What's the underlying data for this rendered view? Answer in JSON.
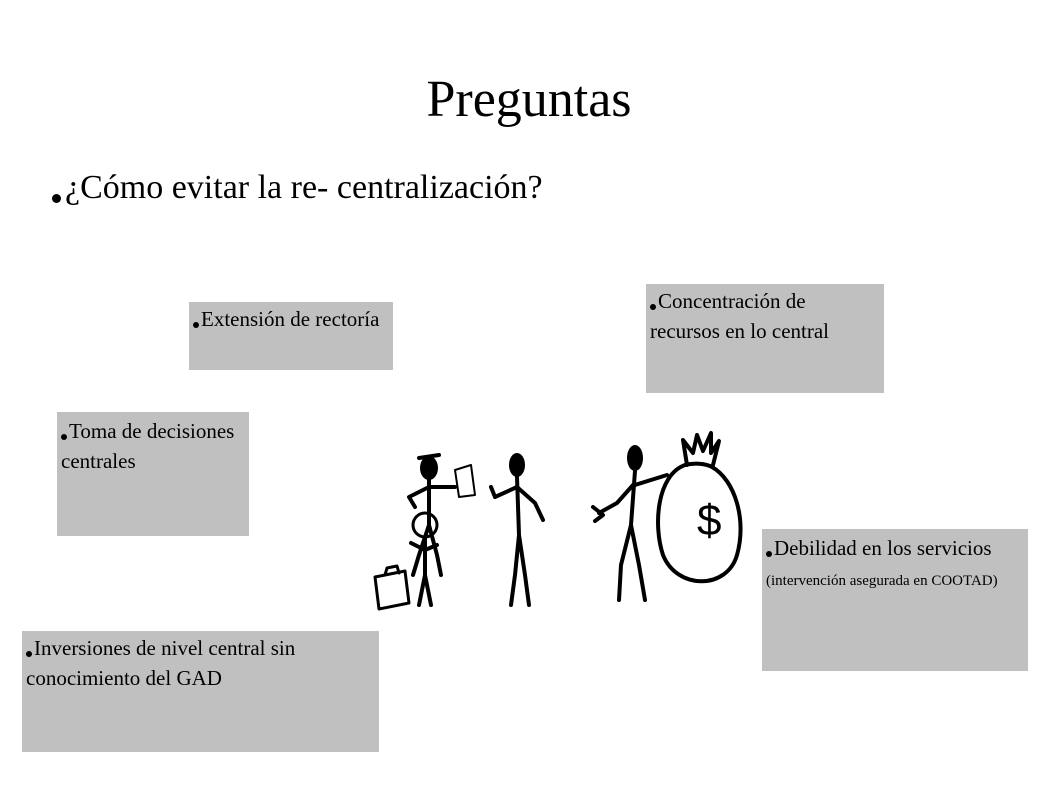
{
  "slide": {
    "title": "Preguntas",
    "question": "¿Cómo evitar la re- centralización?"
  },
  "boxes": {
    "extension": "Extensión de rectoría",
    "concentration": "Concentración de recursos en lo central",
    "decisions": "Toma de decisiones centrales",
    "debility_main": "Debilidad en los servicios",
    "debility_note": "(intervención asegurada en COOTAD)",
    "investments": "Inversiones de nivel central sin conocimiento del GAD"
  },
  "clipart": {
    "icon": "people-money-bag-icon",
    "symbol": "$"
  }
}
